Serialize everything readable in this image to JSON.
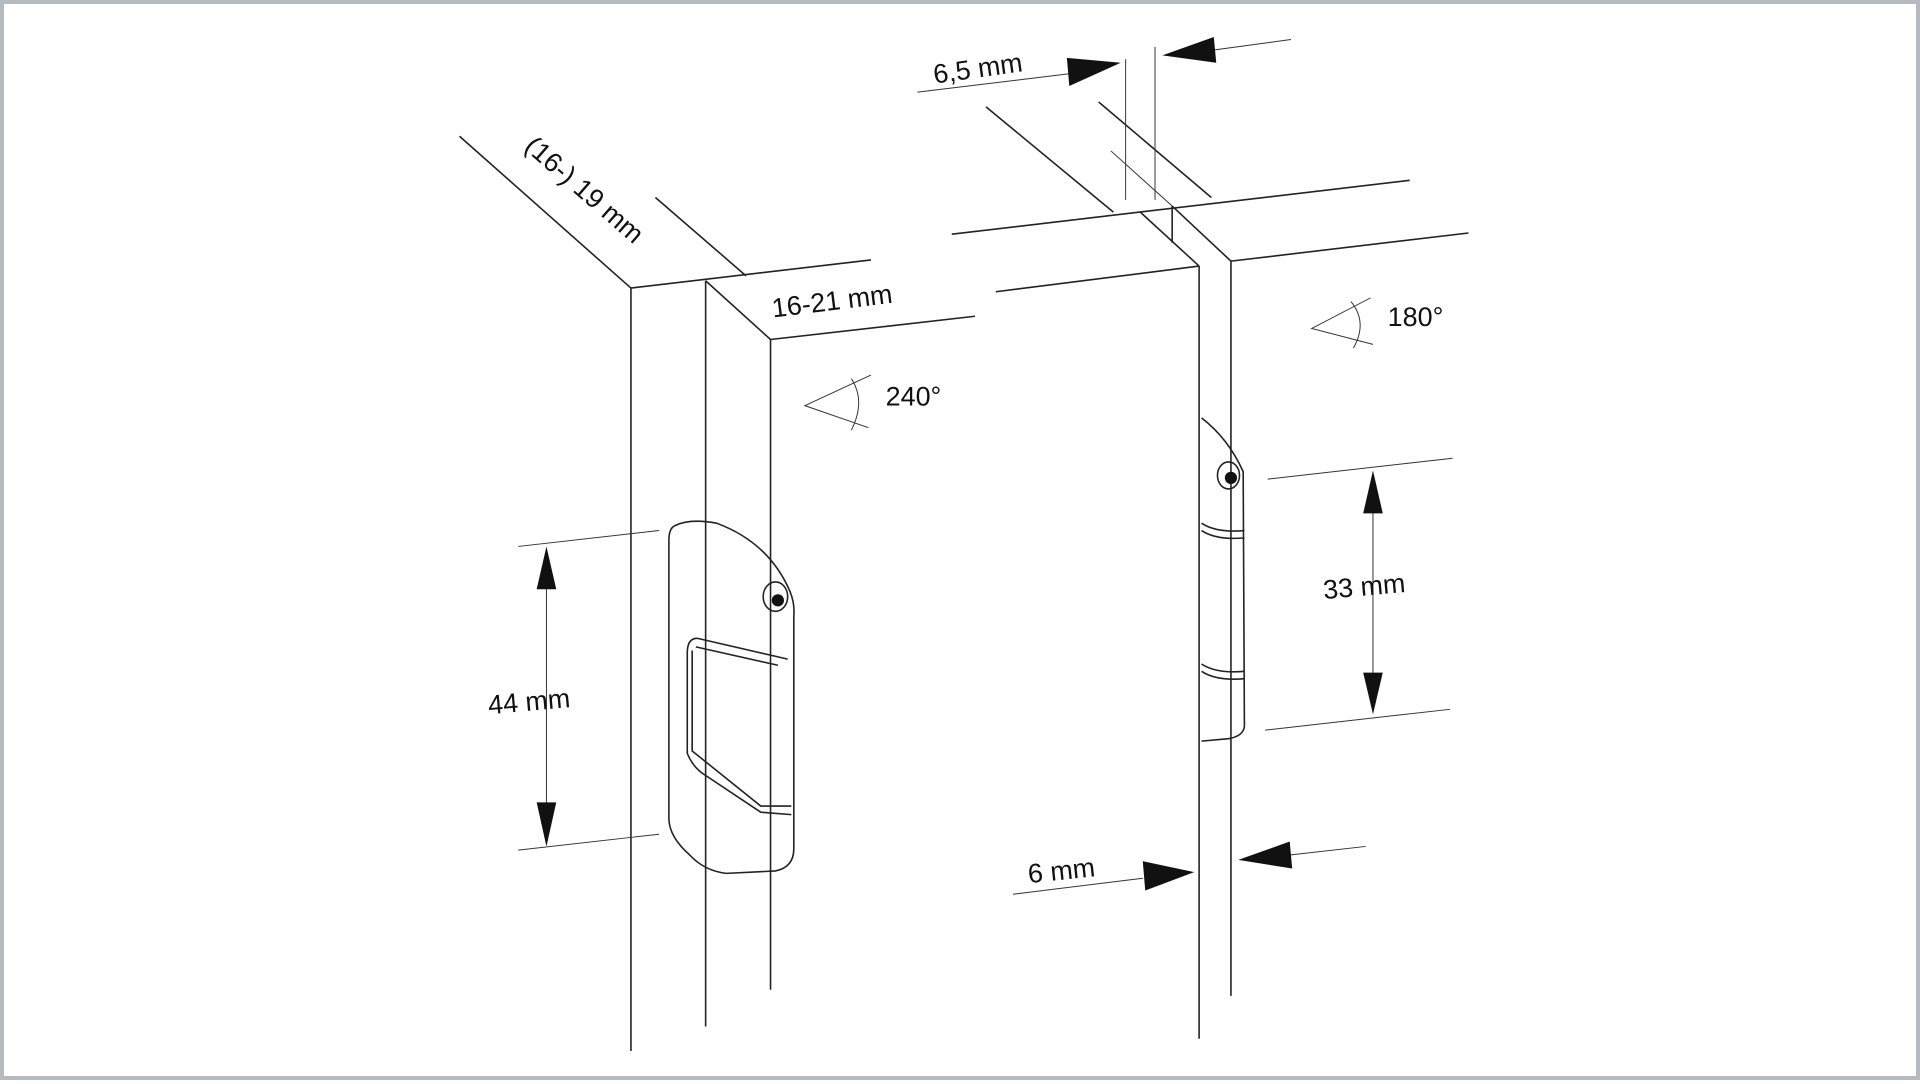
{
  "diagram": {
    "labels": {
      "thickness_left": "(16-) 19 mm",
      "overlay": "16-21 mm",
      "angle_left": "240°",
      "height_left": "44 mm",
      "gap_top": "6,5 mm",
      "angle_right": "180°",
      "height_right": "33 mm",
      "gap_bottom": "6 mm"
    },
    "colors": {
      "frame_border": "#b4bcc2",
      "line": "#222222"
    }
  }
}
